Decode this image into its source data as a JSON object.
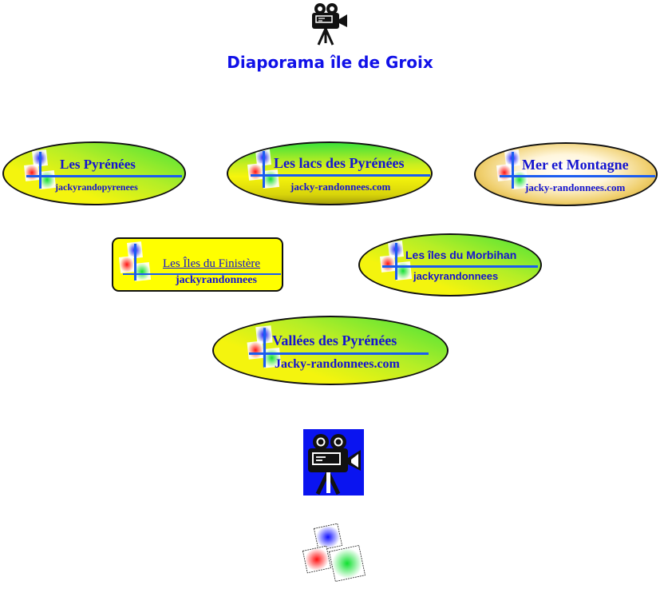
{
  "header": {
    "icon": "movie-camera-icon",
    "title": "Diaporama île de Groix"
  },
  "links": [
    {
      "title": "Les Pyrénées",
      "subtitle": "jackyrandopyrenees"
    },
    {
      "title": "Les lacs des Pyrénées",
      "subtitle": "jacky-randonnees.com"
    },
    {
      "title": "Mer et Montagne",
      "subtitle": "jacky-randonnees.com"
    },
    {
      "title": "Les Îles du Finistère",
      "subtitle": "jackyrandonnees"
    },
    {
      "title": "Les îles du Morbihan",
      "subtitle": "jackyrandonnees"
    },
    {
      "title": "Vallées des Pyrénées",
      "subtitle": "Jacky-randonnees.com"
    }
  ],
  "footer": {
    "video_icon": "movie-camera-icon",
    "logo_icon": "colored-squares-logo-icon"
  },
  "colors": {
    "title": "#1010e8",
    "text": "#1414d0",
    "line": "#1a5cf0",
    "camera_bg": "#0a14f0"
  }
}
